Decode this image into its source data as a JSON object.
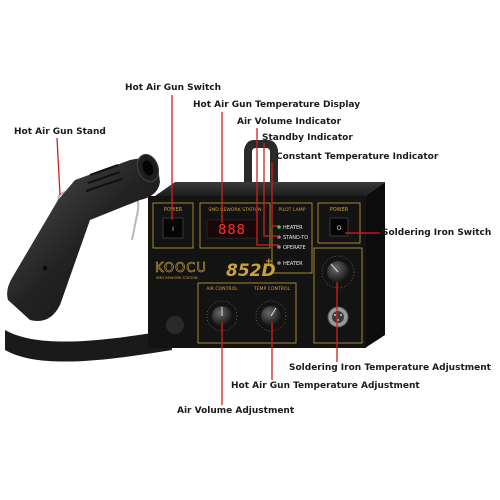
{
  "callouts": {
    "hot_air_gun_switch": "Hot Air Gun Switch",
    "hot_air_gun_temp_display": "Hot Air Gun Temperature Display",
    "hot_air_gun_stand": "Hot Air Gun Stand",
    "air_volume_indicator": "Air Volume Indicator",
    "standby_indicator": "Standby Indicator",
    "constant_temp_indicator": "Constant Temperature Indicator",
    "soldering_iron_switch": "Soldering Iron Switch",
    "soldering_iron_temp_adjustment": "Soldering Iron Temperature Adjustment",
    "hot_air_gun_temp_adjustment": "Hot Air Gun Temperature Adjustment",
    "air_volume_adjustment": "Air Volume Adjustment"
  },
  "panel": {
    "power_left": "POWER",
    "power_right": "POWER",
    "smd_station": "SMD REWORK STATION",
    "pilot_lamp": "PILOT LAMP",
    "heater_1": "HEATER",
    "standby": "STAND-TO",
    "operate": "OPERATE",
    "heater_2": "HEATER",
    "brand": "KOOCU",
    "brand_sub": "SMD REWORK STATION",
    "model": "852D",
    "model_sup": "+",
    "air_control": "AIR CONTROL",
    "temp_control": "TEMP CONTROL",
    "switch_on": "I",
    "switch_off": "O",
    "display_digits": "888"
  },
  "colors": {
    "leader_line": "#d41e1e",
    "body": "#141414",
    "gold": "#c9a23b",
    "led_green": "#3ecf4a",
    "led_red": "#ff3030"
  }
}
